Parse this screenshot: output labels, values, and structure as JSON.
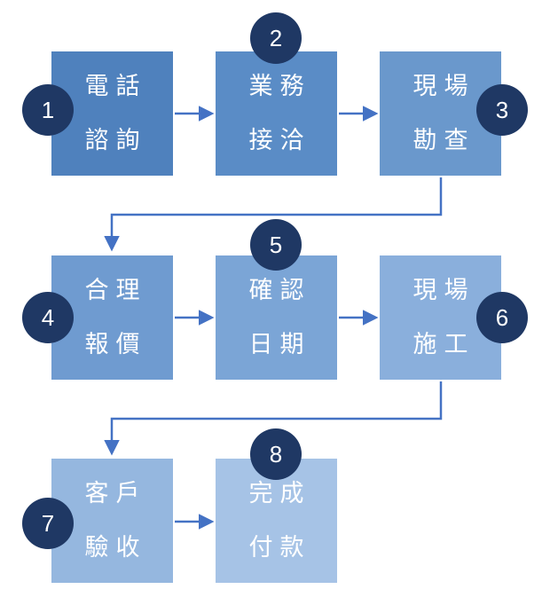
{
  "colors": {
    "step_1": "#4f81bd",
    "step_2": "#5a8cc6",
    "step_3": "#6a98cc",
    "step_4": "#6f9bd0",
    "step_5": "#7ba5d6",
    "step_6": "#8aafdc",
    "step_7": "#95b7df",
    "step_8": "#a6c3e6",
    "badge": "#1f3864",
    "arrow": "#4472c4"
  },
  "steps": [
    {
      "number": "1",
      "line1": "電話",
      "line2": "諮詢"
    },
    {
      "number": "2",
      "line1": "業務",
      "line2": "接洽"
    },
    {
      "number": "3",
      "line1": "現場",
      "line2": "勘查"
    },
    {
      "number": "4",
      "line1": "合理",
      "line2": "報價"
    },
    {
      "number": "5",
      "line1": "確認",
      "line2": "日期"
    },
    {
      "number": "6",
      "line1": "現場",
      "line2": "施工"
    },
    {
      "number": "7",
      "line1": "客戶",
      "line2": "驗收"
    },
    {
      "number": "8",
      "line1": "完成",
      "line2": "付款"
    }
  ]
}
